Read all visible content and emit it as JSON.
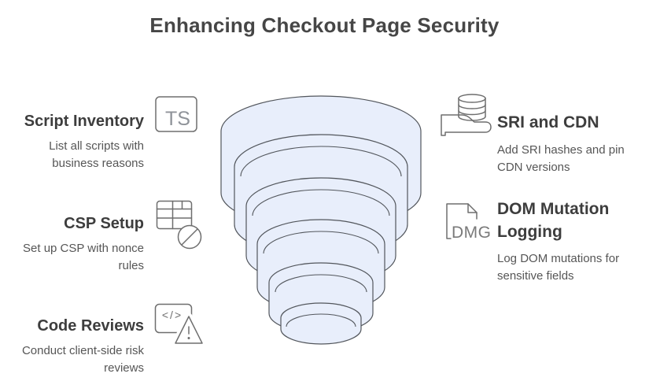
{
  "title": "Enhancing Checkout Page Security",
  "colors": {
    "title_color": "#464646",
    "heading_color": "#3d3d3d",
    "desc_color": "#565656",
    "funnel_fill": "#e8eefb",
    "funnel_stroke": "#52565c",
    "icon_stroke": "#6e6e6e"
  },
  "left_items": [
    {
      "heading": "Script Inventory",
      "icon": "ts-badge-icon",
      "desc_lines": [
        "List all scripts with",
        "business reasons"
      ]
    },
    {
      "heading": "CSP Setup",
      "icon": "table-blocked-icon",
      "desc_lines": [
        "Set up CSP with nonce",
        "rules"
      ]
    },
    {
      "heading": "Code Reviews",
      "icon": "code-warning-icon",
      "desc_lines": [
        "Conduct client-side risk",
        "reviews"
      ]
    }
  ],
  "right_items": [
    {
      "heading": "SRI and CDN",
      "icon": "database-delivery-icon",
      "desc_lines": [
        "Add SRI hashes and pin",
        "CDN versions"
      ]
    },
    {
      "heading": "DOM Mutation Logging",
      "icon": "dmg-file-icon",
      "desc_lines": [
        "Log DOM mutations for",
        "sensitive fields"
      ]
    }
  ],
  "icons": {
    "ts_label": "TS",
    "code_label": "</>",
    "dmg_label": "DMG"
  },
  "funnel": {
    "type": "funnel",
    "layers": 6,
    "orientation": "wide-top-narrow-bottom"
  }
}
